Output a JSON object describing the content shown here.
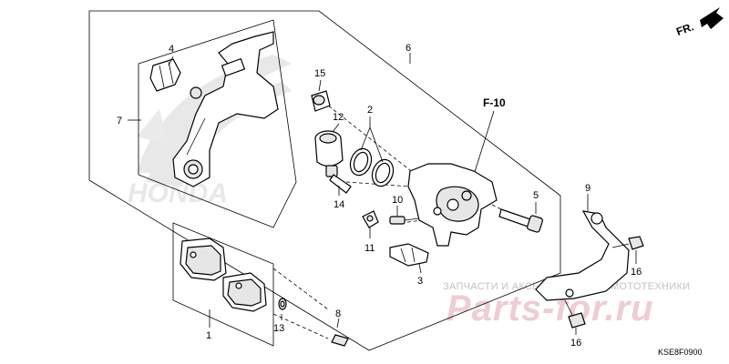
{
  "direction_label": "FR.",
  "reference_label": "F-10",
  "diagram_code": "KSE8F0900",
  "watermark": {
    "top_text": "ЗАПЧАСТИ И АКСЕССУАРЫ ДЛЯ МОТОТЕХНИКИ",
    "big_text": "Parts-for.ru"
  },
  "background_logo_text": "HONDA",
  "callouts": [
    {
      "id": "1",
      "label": "1"
    },
    {
      "id": "2",
      "label": "2"
    },
    {
      "id": "3",
      "label": "3"
    },
    {
      "id": "4",
      "label": "4"
    },
    {
      "id": "5",
      "label": "5"
    },
    {
      "id": "6",
      "label": "6"
    },
    {
      "id": "7",
      "label": "7"
    },
    {
      "id": "8",
      "label": "8"
    },
    {
      "id": "9",
      "label": "9"
    },
    {
      "id": "10",
      "label": "10"
    },
    {
      "id": "11",
      "label": "11"
    },
    {
      "id": "12",
      "label": "12"
    },
    {
      "id": "13",
      "label": "13"
    },
    {
      "id": "14",
      "label": "14"
    },
    {
      "id": "15",
      "label": "15"
    },
    {
      "id": "16a",
      "label": "16"
    },
    {
      "id": "16b",
      "label": "16"
    }
  ]
}
